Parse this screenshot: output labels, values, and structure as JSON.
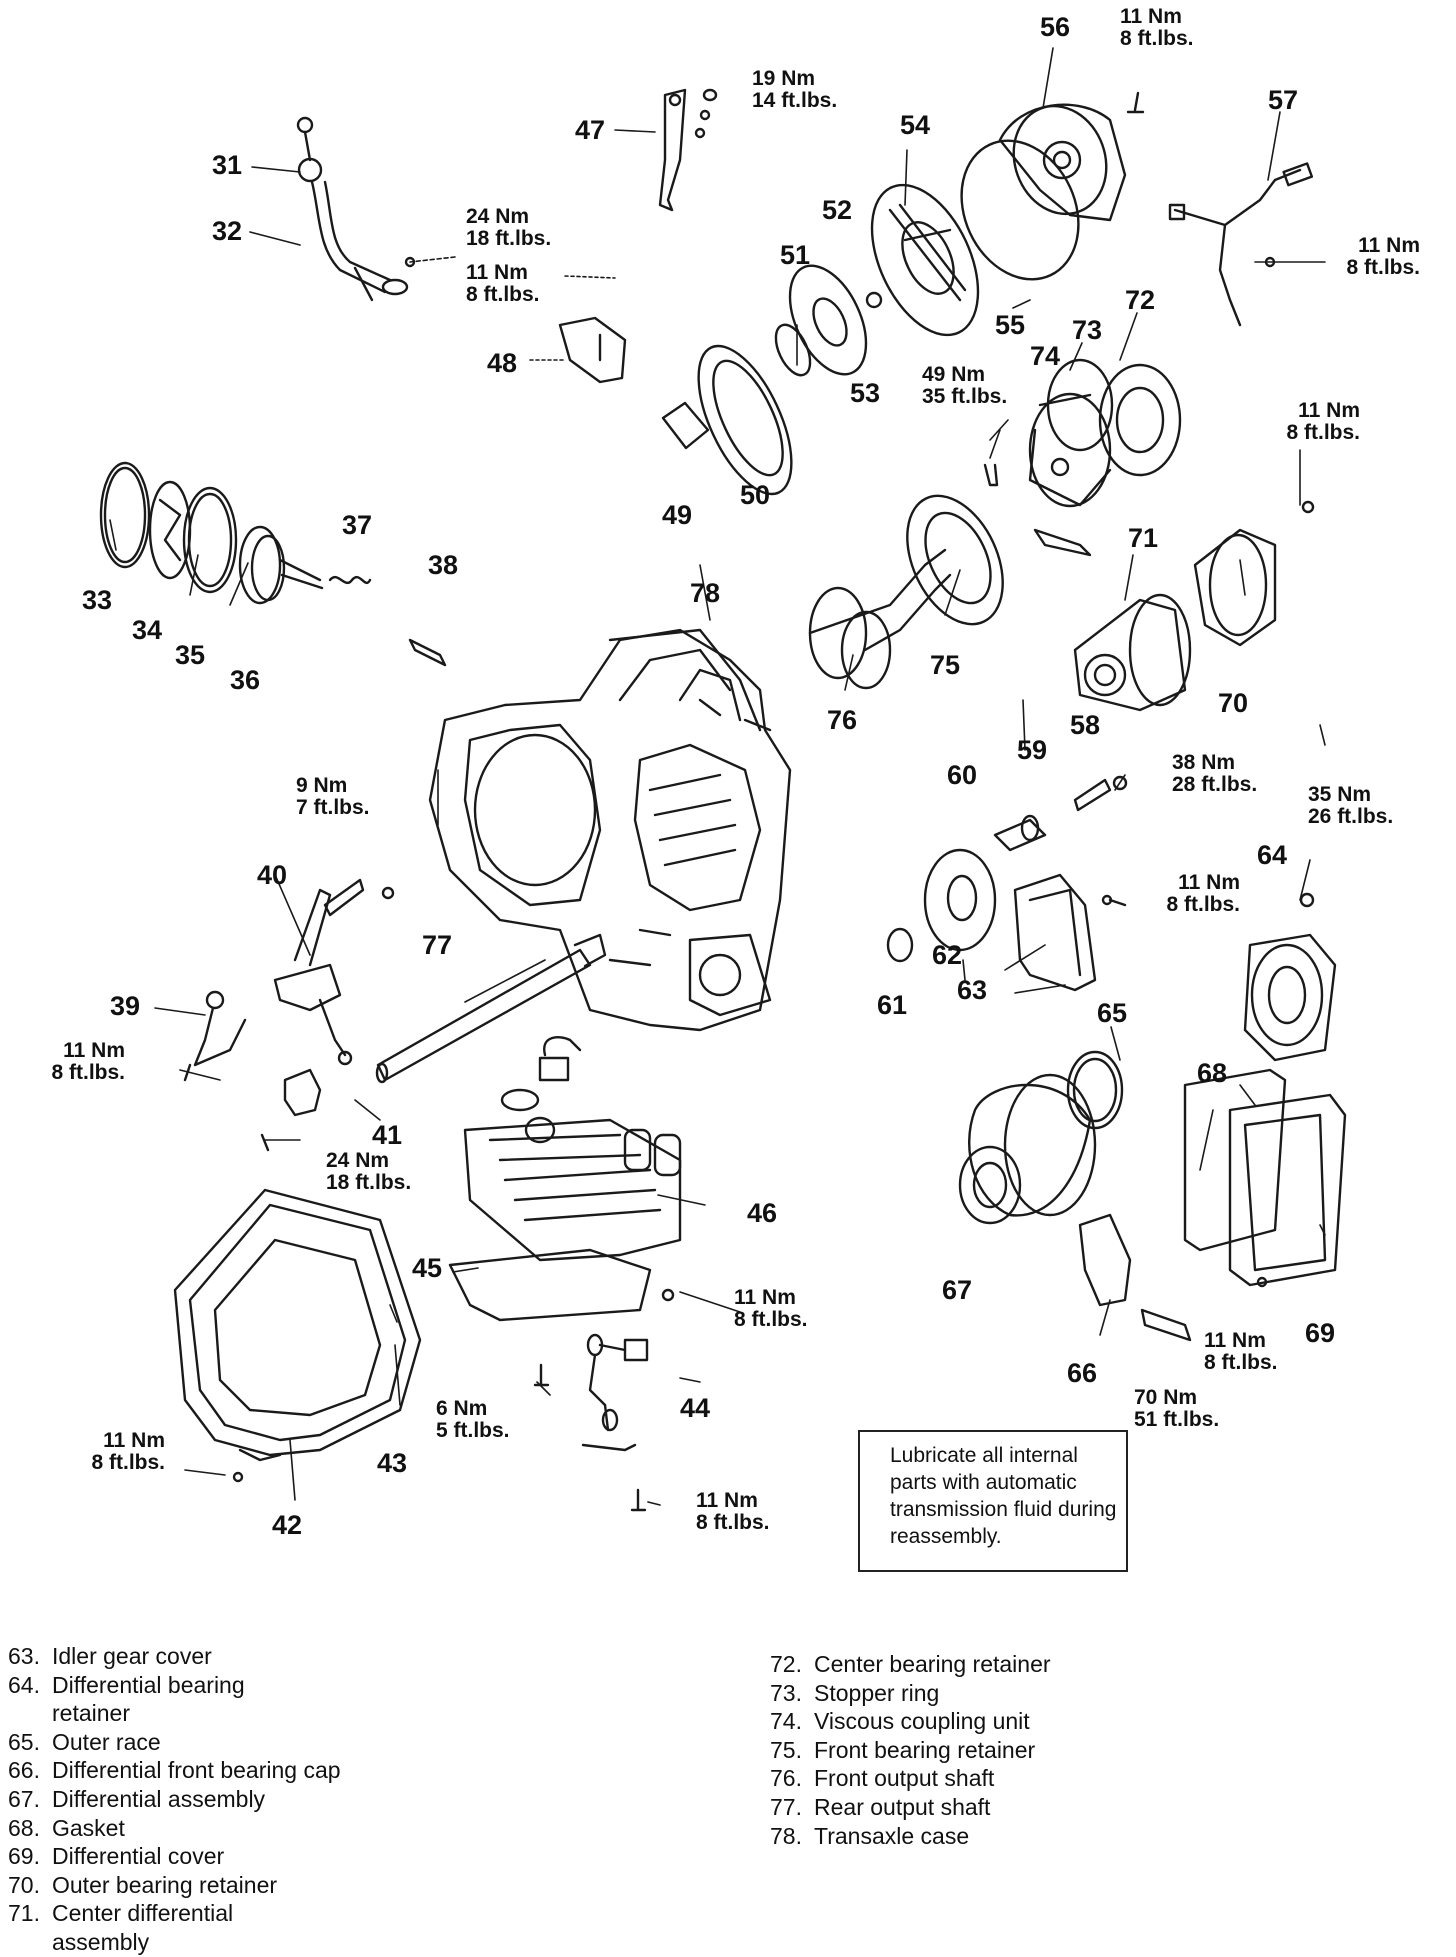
{
  "part_numbers": [
    "31",
    "32",
    "33",
    "34",
    "35",
    "36",
    "37",
    "38",
    "39",
    "40",
    "41",
    "42",
    "43",
    "44",
    "45",
    "46",
    "47",
    "48",
    "49",
    "50",
    "51",
    "52",
    "53",
    "54",
    "55",
    "56",
    "57",
    "58",
    "59",
    "60",
    "61",
    "62",
    "63",
    "64",
    "65",
    "66",
    "67",
    "68",
    "69",
    "70",
    "71",
    "72",
    "73",
    "74",
    "75",
    "76",
    "77",
    "78"
  ],
  "torque_specs": [
    {
      "nm": "11 Nm",
      "ft": "8 ft.lbs."
    },
    {
      "nm": "19 Nm",
      "ft": "14 ft.lbs."
    },
    {
      "nm": "24 Nm",
      "ft": "18 ft.lbs."
    },
    {
      "nm": "11 Nm",
      "ft": "8 ft.lbs."
    },
    {
      "nm": "11 Nm",
      "ft": "8 ft.lbs."
    },
    {
      "nm": "11 Nm",
      "ft": "8 ft.lbs."
    },
    {
      "nm": "49 Nm",
      "ft": "35 ft.lbs."
    },
    {
      "nm": "9 Nm",
      "ft": "7 ft.lbs."
    },
    {
      "nm": "38 Nm",
      "ft": "28 ft.lbs."
    },
    {
      "nm": "35 Nm",
      "ft": "26 ft.lbs."
    },
    {
      "nm": "11 Nm",
      "ft": "8 ft.lbs."
    },
    {
      "nm": "11 Nm",
      "ft": "8 ft.lbs."
    },
    {
      "nm": "24 Nm",
      "ft": "18 ft.lbs."
    },
    {
      "nm": "11 Nm",
      "ft": "8 ft.lbs."
    },
    {
      "nm": "6 Nm",
      "ft": "5 ft.lbs."
    },
    {
      "nm": "11 Nm",
      "ft": "8 ft.lbs."
    },
    {
      "nm": "11 Nm",
      "ft": "8 ft.lbs."
    },
    {
      "nm": "11 Nm",
      "ft": "8 ft.lbs."
    },
    {
      "nm": "70 Nm",
      "ft": "51 ft.lbs."
    }
  ],
  "note": "Lubricate all internal parts with automatic transmission fluid during reassembly.",
  "legend_left": [
    {
      "num": "63.",
      "text": "Idler gear cover"
    },
    {
      "num": "64.",
      "text": "Differential bearing\nretainer"
    },
    {
      "num": "65.",
      "text": "Outer race"
    },
    {
      "num": "66.",
      "text": "Differential front bearing cap"
    },
    {
      "num": "67.",
      "text": "Differential assembly"
    },
    {
      "num": "68.",
      "text": "Gasket"
    },
    {
      "num": "69.",
      "text": "Differential cover"
    },
    {
      "num": "70.",
      "text": "Outer bearing retainer"
    },
    {
      "num": "71.",
      "text": "Center differential\nassembly"
    }
  ],
  "legend_right": [
    {
      "num": "72.",
      "text": "Center bearing retainer"
    },
    {
      "num": "73.",
      "text": "Stopper ring"
    },
    {
      "num": "74.",
      "text": "Viscous coupling unit"
    },
    {
      "num": "75.",
      "text": "Front bearing retainer"
    },
    {
      "num": "76.",
      "text": "Front output shaft"
    },
    {
      "num": "77.",
      "text": "Rear output shaft"
    },
    {
      "num": "78.",
      "text": "Transaxle case"
    }
  ]
}
